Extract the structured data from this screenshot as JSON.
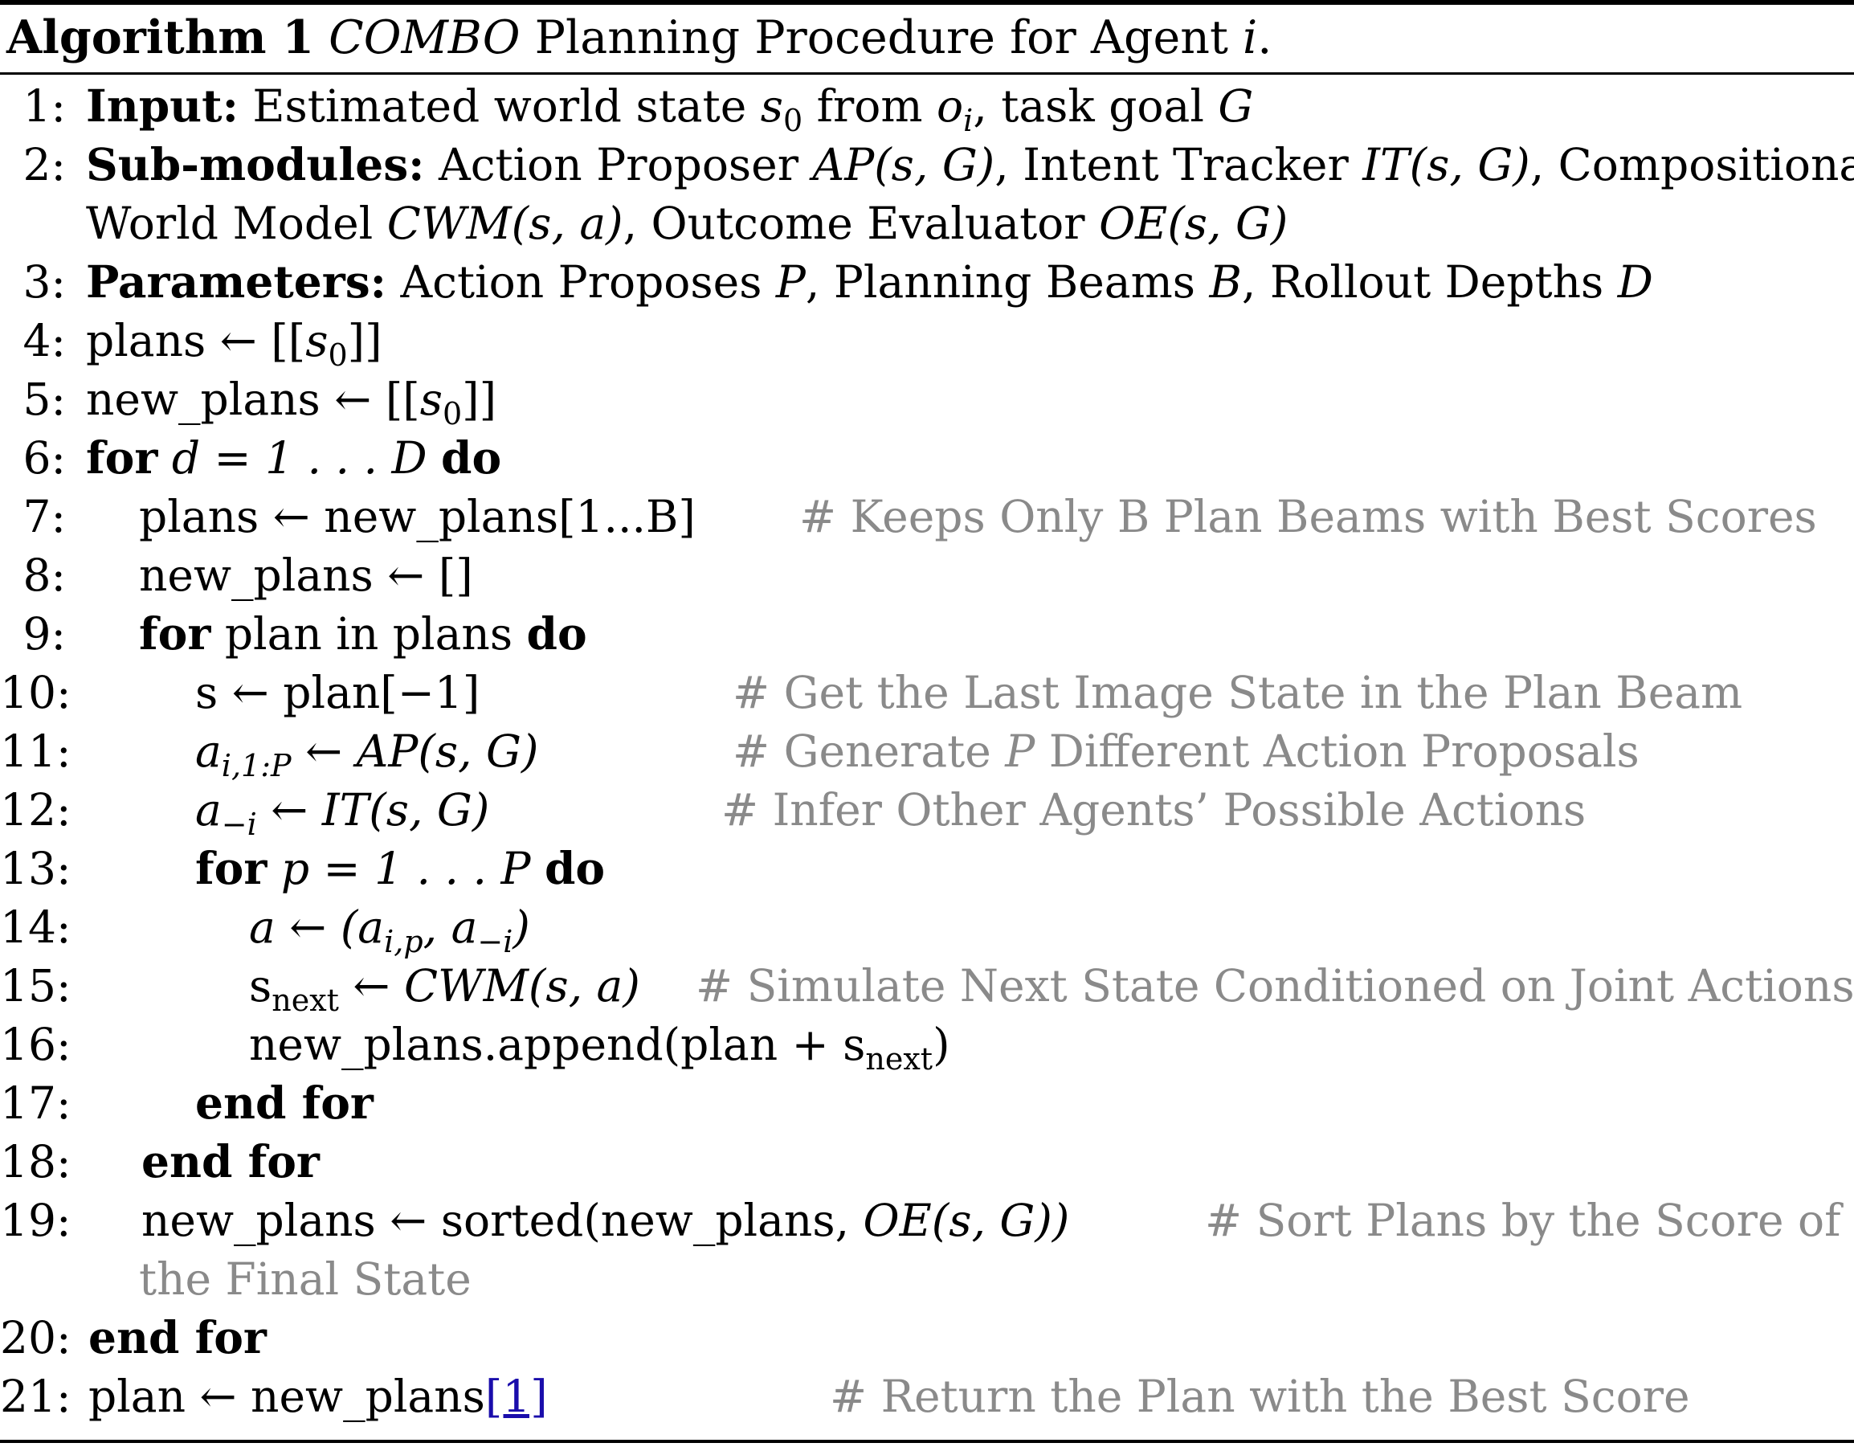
{
  "title": {
    "label": "Algorithm 1",
    "name": "COMBO",
    "rest": "Planning Procedure for Agent",
    "var": "i",
    "end": "."
  },
  "lines": {
    "l1": {
      "num": "1:",
      "kw": "Input:",
      "text": "Estimated world state",
      "s": "s",
      "s_sub": "0",
      "from": "from",
      "o": "o",
      "o_sub": "i",
      "rest": ", task goal",
      "G": "G"
    },
    "l2": {
      "num": "2:",
      "kw": "Sub-modules:",
      "text": "Action Proposer",
      "ap": "AP(s, G)",
      "text2": ", Intent Tracker",
      "it": "IT(s, G)",
      "text3": ", Compositional"
    },
    "l2b": {
      "text": "World Model",
      "cwm": "CWM(s, a)",
      "text2": ", Outcome Evaluator",
      "oe": "OE(s, G)"
    },
    "l3": {
      "num": "3:",
      "kw": "Parameters:",
      "text": "Action Proposes",
      "P": "P",
      "text2": ", Planning Beams",
      "B": "B",
      "text3": ", Rollout Depths",
      "D": "D"
    },
    "l4": {
      "num": "4:",
      "lhs": "plans ← [[",
      "s": "s",
      "sub": "0",
      "rhs": "]]"
    },
    "l5": {
      "num": "5:",
      "lhs": "new_plans ← [[",
      "s": "s",
      "sub": "0",
      "rhs": "]]"
    },
    "l6": {
      "num": "6:",
      "kw": "for",
      "expr": "d = 1 . . . D",
      "kw2": "do"
    },
    "l7": {
      "num": "7:",
      "code": "plans ← new_plans[1...B]",
      "comment": "# Keeps Only B Plan Beams with Best Scores"
    },
    "l8": {
      "num": "8:",
      "code": "new_plans ← []"
    },
    "l9": {
      "num": "9:",
      "kw": "for",
      "code": "plan in plans",
      "kw2": "do"
    },
    "l10": {
      "num": "10:",
      "code": "s ← plan[−1]",
      "comment": "# Get the Last Image State in the Plan Beam"
    },
    "l11": {
      "num": "11:",
      "a": "a",
      "a_sub": "i,1:P",
      "rhs": "← AP(s, G)",
      "comment_pre": "# Generate",
      "comment_var": "P",
      "comment_post": "Different Action Proposals"
    },
    "l12": {
      "num": "12:",
      "a": "a",
      "a_sub": "−i",
      "rhs": "← IT(s, G)",
      "comment": "# Infer Other Agents’ Possible Actions"
    },
    "l13": {
      "num": "13:",
      "kw": "for",
      "expr": "p = 1 . . . P",
      "kw2": "do"
    },
    "l14": {
      "num": "14:",
      "code": "a ← (a",
      "sub1": "i,p",
      "mid": ", a",
      "sub2": "−i",
      "end": ")"
    },
    "l15": {
      "num": "15:",
      "s": "s",
      "sub": "next",
      "rhs": "← CWM(s, a)",
      "comment": "# Simulate Next State Conditioned on Joint Actions"
    },
    "l16": {
      "num": "16:",
      "code": "new_plans.append(plan + s",
      "sub": "next",
      "end": ")"
    },
    "l17": {
      "num": "17:",
      "kw": "end for"
    },
    "l18": {
      "num": "18:",
      "kw": "end for"
    },
    "l19": {
      "num": "19:",
      "code": "new_plans ← sorted(new_plans,",
      "oe": "OE(s, G))",
      "comment": "# Sort Plans by the Score of",
      "comment2": "the Final State"
    },
    "l20": {
      "num": "20:",
      "kw": "end for"
    },
    "l21": {
      "num": "21:",
      "code": "plan ← new_plans",
      "ref": "[1]",
      "comment": "# Return the Plan with the Best Score"
    }
  }
}
